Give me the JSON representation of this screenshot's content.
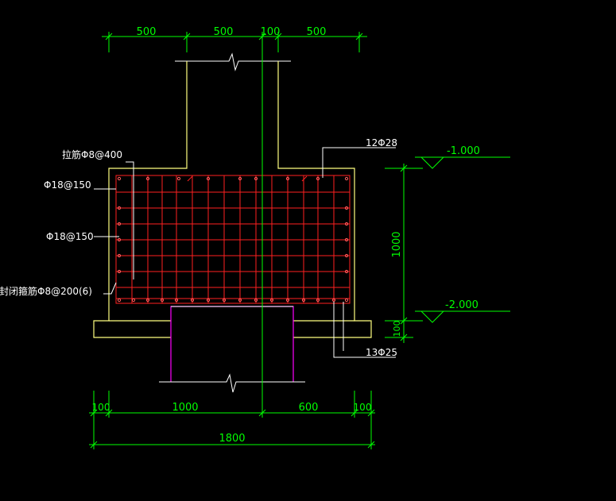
{
  "top_dims": {
    "d1": "500",
    "d2": "500",
    "d3": "100",
    "d4": "500"
  },
  "bottom_dims": {
    "d1": "100",
    "d2": "1000",
    "d3": "600",
    "d4": "100",
    "total": "1800"
  },
  "right_dims": {
    "height": "1000",
    "cover": "100"
  },
  "elevations": {
    "top": "-1.000",
    "bottom": "-2.000"
  },
  "rebar_labels": {
    "tie": "拉筋Φ8@400",
    "side1": "Φ18@150",
    "side2": "Φ18@150",
    "stirrup": "封闭箍筋Φ8@200(6)",
    "top_bars": "12Φ28",
    "bottom_bars": "13Φ25"
  },
  "colors": {
    "dimension": "#00ff00",
    "concrete": "#ffff80",
    "rebar": "#ff2020",
    "leader": "#ffffff",
    "pile": "#ff00ff",
    "centerline": "#00ff00"
  }
}
